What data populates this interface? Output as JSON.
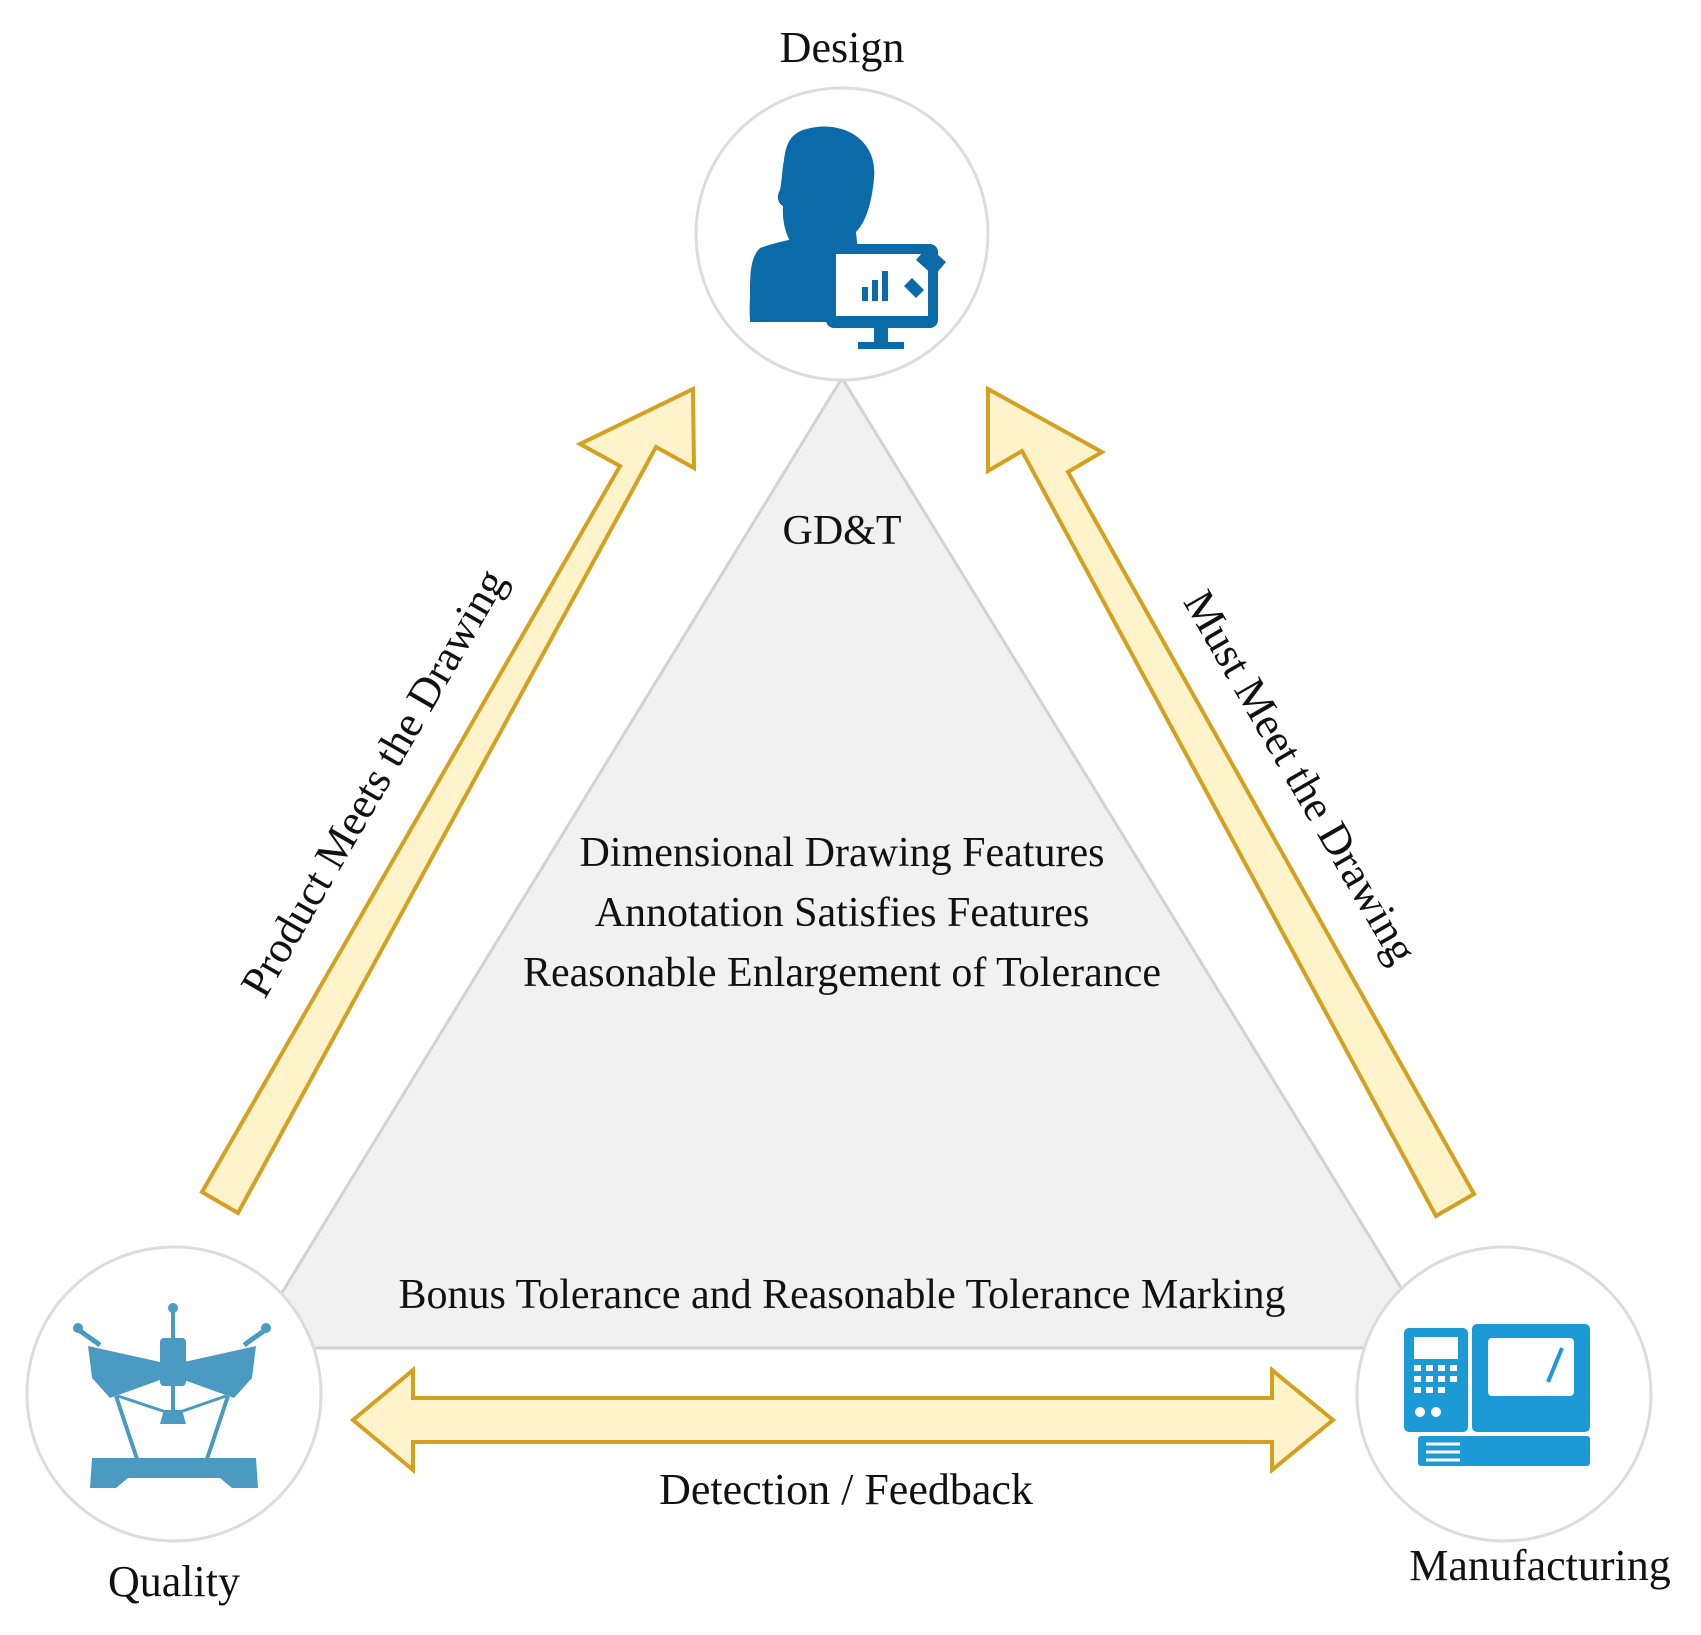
{
  "nodes": {
    "design": {
      "label": "Design",
      "icon": "designer-computer-icon"
    },
    "quality": {
      "label": "Quality",
      "icon": "delta-robot-icon"
    },
    "manufacturing": {
      "label": "Manufacturing",
      "icon": "cnc-machine-icon"
    }
  },
  "center": {
    "title": "GD&T",
    "lines": [
      "Dimensional Drawing Features",
      "Annotation Satisfies Features",
      "Reasonable Enlargement of Tolerance"
    ],
    "bottom": "Bonus Tolerance and Reasonable Tolerance Marking"
  },
  "arrows": {
    "left": "Product Meets the Drawing",
    "right": "Must Meet the Drawing",
    "bottom": "Detection / Feedback"
  },
  "colors": {
    "triangle_fill": "#f1f1f1",
    "triangle_stroke": "#d2d2d2",
    "arrow_fill": "#fff3cc",
    "arrow_stroke": "#d4a020",
    "design_icon": "#0b6aa8",
    "quality_icon": "#4a9ac2",
    "manufacturing_icon": "#1c9ad6",
    "circle_stroke": "#dcdcdc"
  }
}
